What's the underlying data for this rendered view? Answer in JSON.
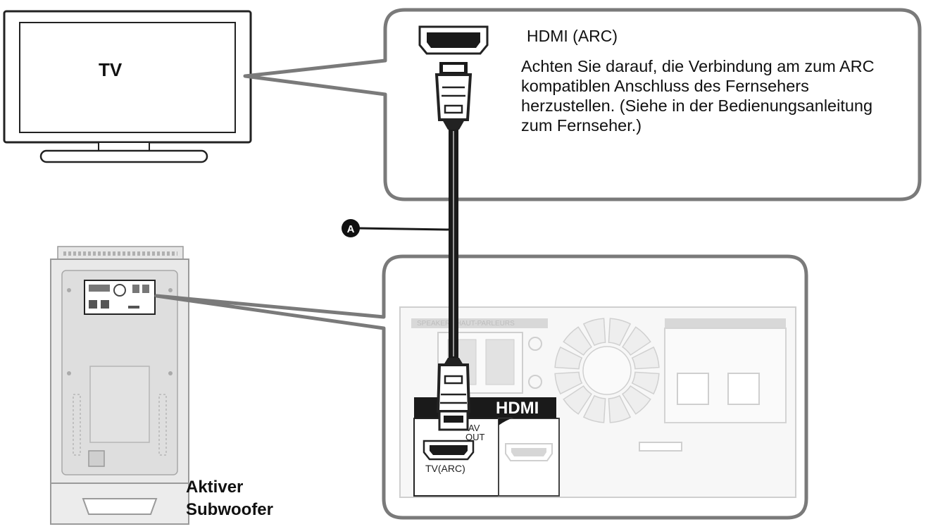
{
  "tv": {
    "label": "TV"
  },
  "hdmi_callout": {
    "title": "HDMI (ARC)",
    "note": "Achten Sie darauf, die Verbindung am zum ARC kompatiblen Anschluss des Fernsehers herzustellen. (Siehe in der Bedienungsanleitung zum Fernseher.)"
  },
  "cable_marker": {
    "label": "A"
  },
  "subwoofer": {
    "label_line1": "Aktiver",
    "label_line2": "Subwoofer"
  },
  "panel": {
    "speaker_label": "SPEAKER / HAUT-PARLEURS",
    "hdmi_banner": "HDMI",
    "av_out_label_1": "AV",
    "av_out_label_2": "OUT",
    "tv_arc_label": "TV(ARC)"
  }
}
